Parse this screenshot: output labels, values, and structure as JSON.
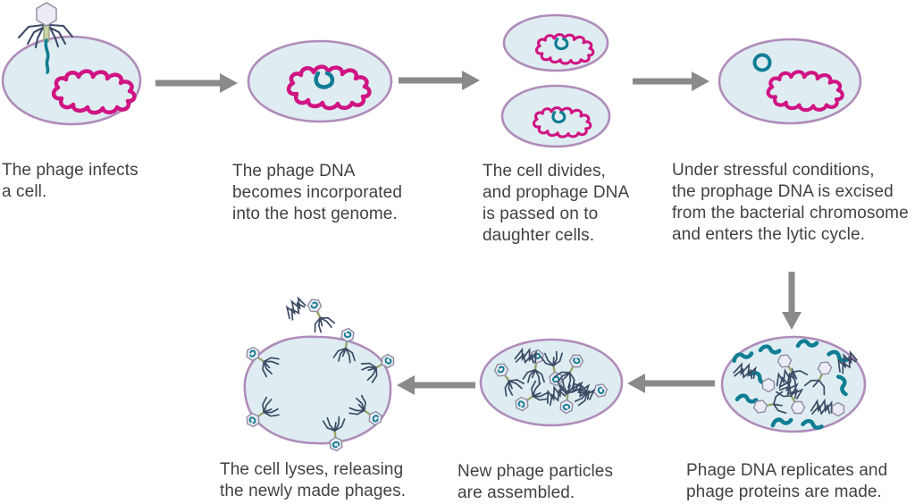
{
  "figure": {
    "steps": [
      {
        "caption": "The phage infects\na cell."
      },
      {
        "caption": "The phage DNA\nbecomes incorporated\ninto the host genome."
      },
      {
        "caption": "The cell divides,\nand prophage DNA\nis passed on to\ndaughter cells."
      },
      {
        "caption": "Under stressful conditions,\nthe prophage DNA is excised\nfrom the bacterial chromosome\nand enters the lytic cycle."
      },
      {
        "caption": "Phage DNA replicates and\nphage proteins are made."
      },
      {
        "caption": "New phage particles\nare assembled."
      },
      {
        "caption": "The cell lyses, releasing\nthe newly made phages."
      }
    ],
    "colors": {
      "cell_fill": "#dfedf2",
      "cell_border": "#af8cba",
      "host_dna": "#d01483",
      "phage_dna": "#0f7d93",
      "arrow": "#8a8a8a",
      "text": "#3f4245",
      "phage_head_fill": "#edebf6",
      "phage_head_stroke": "#8d8da0",
      "phage_legs": "#3c4a66",
      "phage_tail": "#c9d2a4"
    }
  }
}
